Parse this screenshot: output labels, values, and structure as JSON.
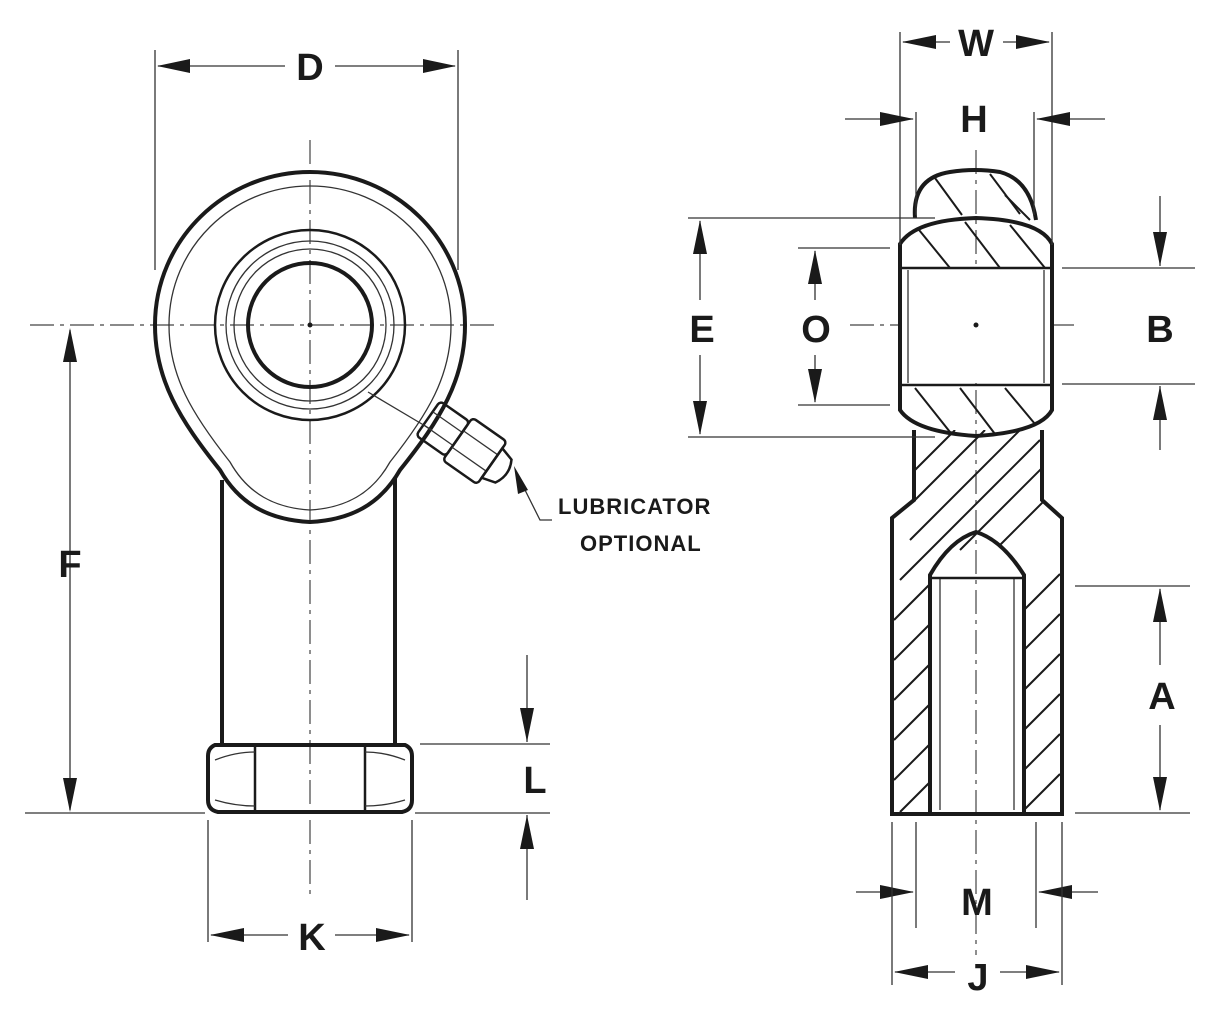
{
  "labels": {
    "D": "D",
    "F": "F",
    "K": "K",
    "L": "L",
    "W": "W",
    "H": "H",
    "E": "E",
    "O": "O",
    "B": "B",
    "A": "A",
    "M": "M",
    "J": "J"
  },
  "note": {
    "line1": "LUBRICATOR",
    "line2": "OPTIONAL"
  }
}
